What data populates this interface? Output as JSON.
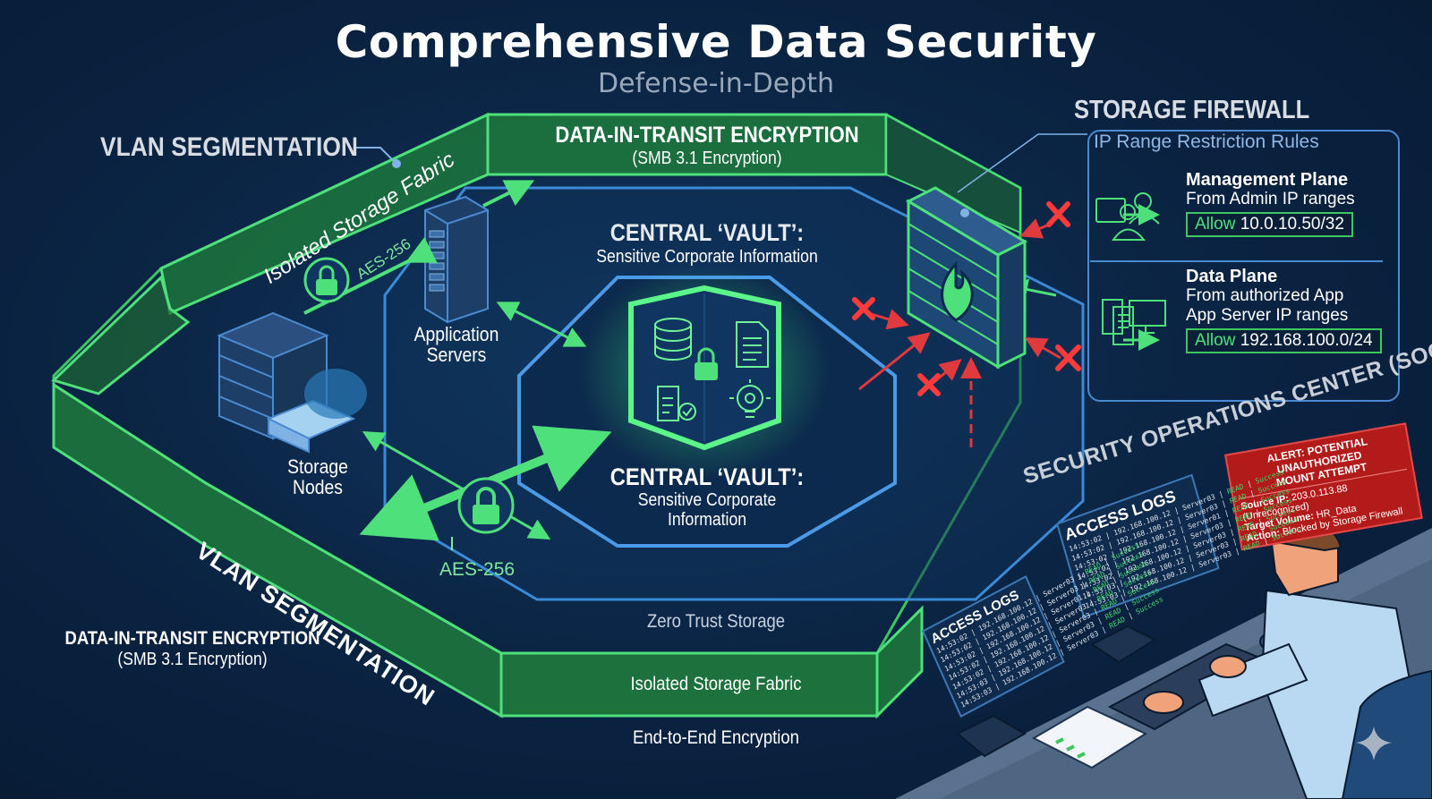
{
  "header": {
    "title": "Comprehensive Data Security",
    "subtitle": "Defense-in-Depth"
  },
  "colors": {
    "background": "#0b2545",
    "accent_green": "#3cc760",
    "accent_blue": "#4a8ad0",
    "alert_red": "#b31b1b",
    "blocked_red": "#e0393e",
    "text_light": "#d8dde4"
  },
  "labels": {
    "vlan_top": "VLAN SEGMENTATION",
    "vlan_diag": "VLAN SEGMENTATION",
    "transit_top_title": "DATA-IN-TRANSIT ENCRYPTION",
    "transit_top_sub": "(SMB 3.1 Encryption)",
    "transit_left_title": "DATA-IN-TRANSIT ENCRYPTION",
    "transit_left_sub": "(SMB 3.1 Encryption)",
    "fabric_diag": "Isolated Storage Fabric",
    "fabric_bottom": "Isolated Storage Fabric",
    "aes_top": "AES-256",
    "aes_bottom": "AES-256",
    "app_servers_1": "Application",
    "app_servers_2": "Servers",
    "storage_nodes_1": "Storage",
    "storage_nodes_2": "Nodes",
    "zero_trust": "Zero Trust Storage",
    "end_to_end": "End-to-End Encryption"
  },
  "vault": {
    "top_title": "CENTRAL ‘VAULT’:",
    "top_sub": "Sensitive Corporate Information",
    "bottom_title": "CENTRAL ‘VAULT’:",
    "bottom_sub_1": "Sensitive Corporate",
    "bottom_sub_2": "Information",
    "icons": [
      "database-icon",
      "document-icon",
      "lock-icon",
      "file-check-icon",
      "lightbulb-gear-icon"
    ]
  },
  "firewall": {
    "title": "STORAGE FIREWALL",
    "subtitle": "IP Range Restriction Rules",
    "rules": [
      {
        "name": "Management Plane",
        "desc_1": "From Admin IP ranges",
        "desc_2": "",
        "allow_label": "Allow",
        "allow_value": "10.0.10.50/32",
        "icon": "admin-users-icon"
      },
      {
        "name": "Data Plane",
        "desc_1": "From authorized App",
        "desc_2": "App Server IP ranges",
        "allow_label": "Allow",
        "allow_value": "192.168.100.0/24",
        "icon": "app-servers-icon"
      }
    ]
  },
  "soc": {
    "title": "SECURITY OPERATIONS CENTER (SOC)",
    "alert": {
      "heading_1": "ALERT: POTENTIAL UNAUTHORIZED",
      "heading_2": "MOUNT ATTEMPT",
      "source_label": "Source IP:",
      "source_value": "203.0.113.88 (Unrecognized)",
      "target_label": "Target Volume:",
      "target_value": "HR_Data",
      "action_label": "Action:",
      "action_value": "Blocked by Storage Firewall"
    },
    "logs_title": "ACCESS LOGS",
    "log_rows": [
      {
        "time": "14:53:02",
        "ip": "192.168.100.12",
        "server": "Server03",
        "op": "READ",
        "status": "Success"
      },
      {
        "time": "14:53:02",
        "ip": "192.168.100.12",
        "server": "Server03",
        "op": "READ",
        "status": "Success"
      },
      {
        "time": "14:53:02",
        "ip": "192.168.100.12",
        "server": "Server01",
        "op": "READ",
        "status": "Success"
      },
      {
        "time": "14:53:02",
        "ip": "192.168.100.12",
        "server": "Server03",
        "op": "READ",
        "status": "Success"
      },
      {
        "time": "14:53:02",
        "ip": "192.168.100.12",
        "server": "Server03",
        "op": "READ",
        "status": "Success"
      },
      {
        "time": "14:53:03",
        "ip": "192.168.100.12",
        "server": "Server03",
        "op": "READ",
        "status": "Success"
      },
      {
        "time": "14:53:03",
        "ip": "192.168.100.12",
        "server": "Server03",
        "op": "READ",
        "status": "Success"
      }
    ]
  }
}
